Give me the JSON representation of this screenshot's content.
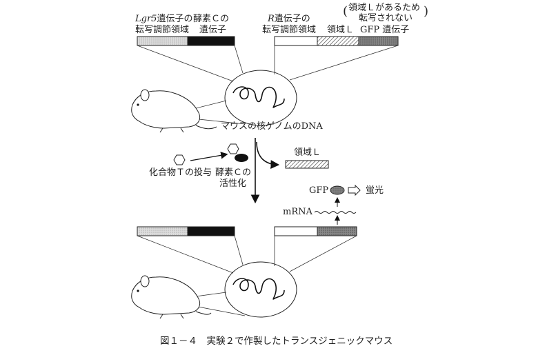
{
  "labels": {
    "lgr5_region_1": "Lgr5",
    "lgr5_region_2": "遺伝子の",
    "lgr5_region_3": "転写調節領域",
    "enzyme_c_gene_1": "酵素Ｃの",
    "enzyme_c_gene_2": "遺伝子",
    "r_region_1": "R",
    "r_region_2": "遺伝子の",
    "r_region_3": "転写調節領域",
    "region_l": "領域Ｌ",
    "gfp_gene": "GFP 遺伝子",
    "note_1": "領域Ｌがあるため",
    "note_2": "転写されない",
    "dna_caption": "マウスの核ゲノムのDNA",
    "compound_t": "化合物Ｔの投与",
    "enzyme_activation_1": "酵素Ｃの",
    "enzyme_activation_2": "活性化",
    "region_l_excised": "領域Ｌ",
    "gfp": "GFP",
    "fluorescence": "蛍光",
    "mrna": "mRNA"
  },
  "caption": "図１－４　実験２で作製したトランスジェニックマウス",
  "colors": {
    "light": "#d4d4d4",
    "black": "#111111",
    "dark": "#888888"
  }
}
